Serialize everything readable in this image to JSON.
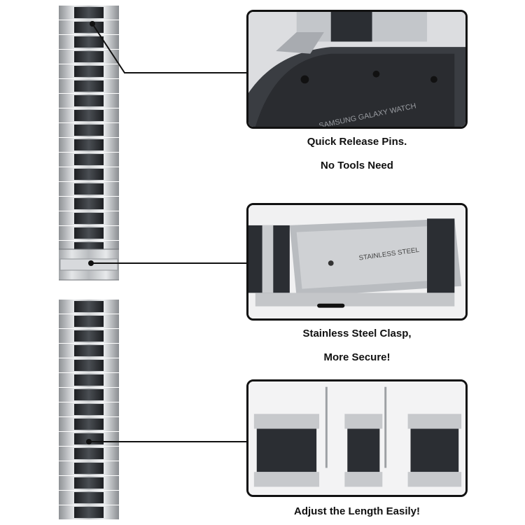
{
  "features": [
    {
      "engraving": "SAMSUNG GALAXY WATCH",
      "caption_line1": "Quick Release Pins.",
      "caption_line2": "No Tools Need"
    },
    {
      "engraving": "STAINLESS STEEL",
      "caption_line1": "Stainless Steel Clasp,",
      "caption_line2": "More Secure!"
    },
    {
      "caption_line1": "Adjust the Length Easily!"
    }
  ],
  "colors": {
    "silver": "#c9cbce",
    "silver_dark": "#8f9296",
    "black_link": "#2a2d31",
    "outline": "#111111"
  }
}
